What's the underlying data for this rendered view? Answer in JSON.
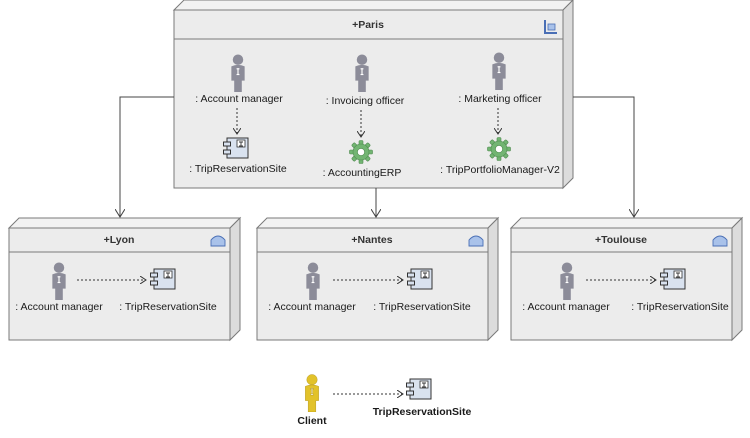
{
  "nodes": {
    "paris": {
      "title": "+Paris",
      "roles": [
        ": Account manager",
        ": Invoicing officer",
        ": Marketing officer"
      ],
      "artifacts": [
        ": TripReservationSite",
        ": AccountingERP",
        ": TripPortfolioManager-V2"
      ]
    },
    "lyon": {
      "title": "+Lyon",
      "role": ": Account manager",
      "artifact": ": TripReservationSite"
    },
    "nantes": {
      "title": "+Nantes",
      "role": ": Account manager",
      "artifact": ": TripReservationSite"
    },
    "toulouse": {
      "title": "+Toulouse",
      "role": ": Account manager",
      "artifact": ": TripReservationSite"
    }
  },
  "legend": {
    "actor": "Client",
    "artifact": "TripReservationSite"
  },
  "colors": {
    "node_fill": "#ececec",
    "node_side": "#dcdcdc",
    "node_stroke": "#7a7a7a",
    "actor": "#8c8c99",
    "actor_legend": "#e2c22a",
    "gear": "#72b572",
    "component_fill": "#d9e2ef",
    "line": "#444444"
  }
}
